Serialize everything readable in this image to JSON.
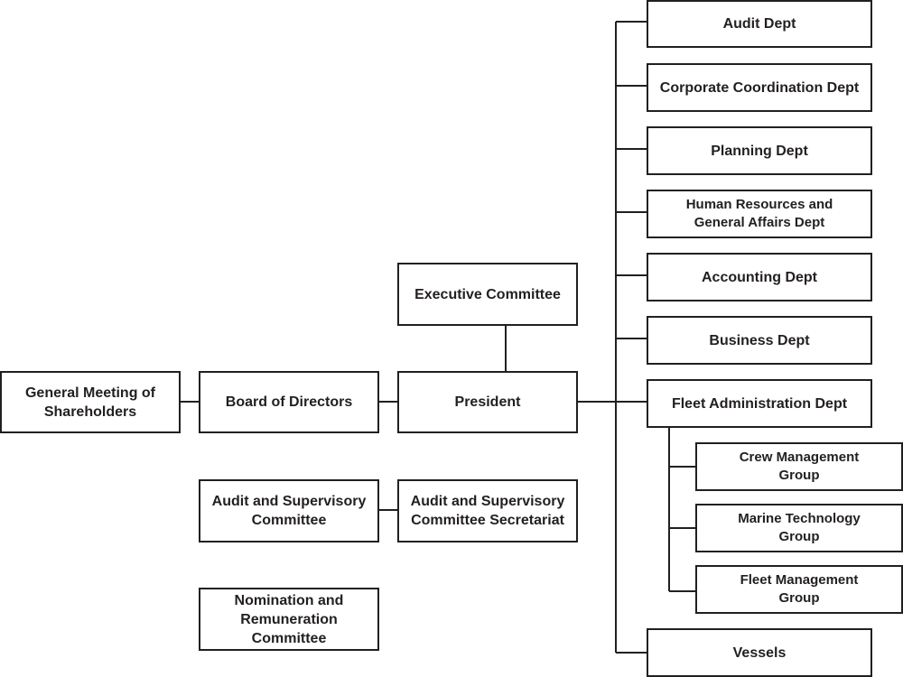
{
  "org_chart": {
    "general_meeting": "General Meeting of Shareholders",
    "board_of_directors": "Board of Directors",
    "president": "President",
    "executive_committee": "Executive Committee",
    "audit_supervisory_committee": "Audit and Supervisory Committee",
    "audit_supervisory_secretariat": "Audit and Supervisory Committee Secretariat",
    "nomination_remuneration_committee": "Nomination and Remuneration Committee",
    "departments": {
      "audit": "Audit Dept",
      "corporate_coordination": "Corporate Coordination Dept",
      "planning": "Planning Dept",
      "human_resources": "Human Resources and General Affairs Dept",
      "accounting": "Accounting Dept",
      "business": "Business Dept",
      "fleet_administration": "Fleet Administration Dept",
      "vessels": "Vessels"
    },
    "fleet_groups": {
      "crew_management": "Crew Management Group",
      "marine_technology": "Marine Technology Group",
      "fleet_management": "Fleet Management Group"
    }
  }
}
